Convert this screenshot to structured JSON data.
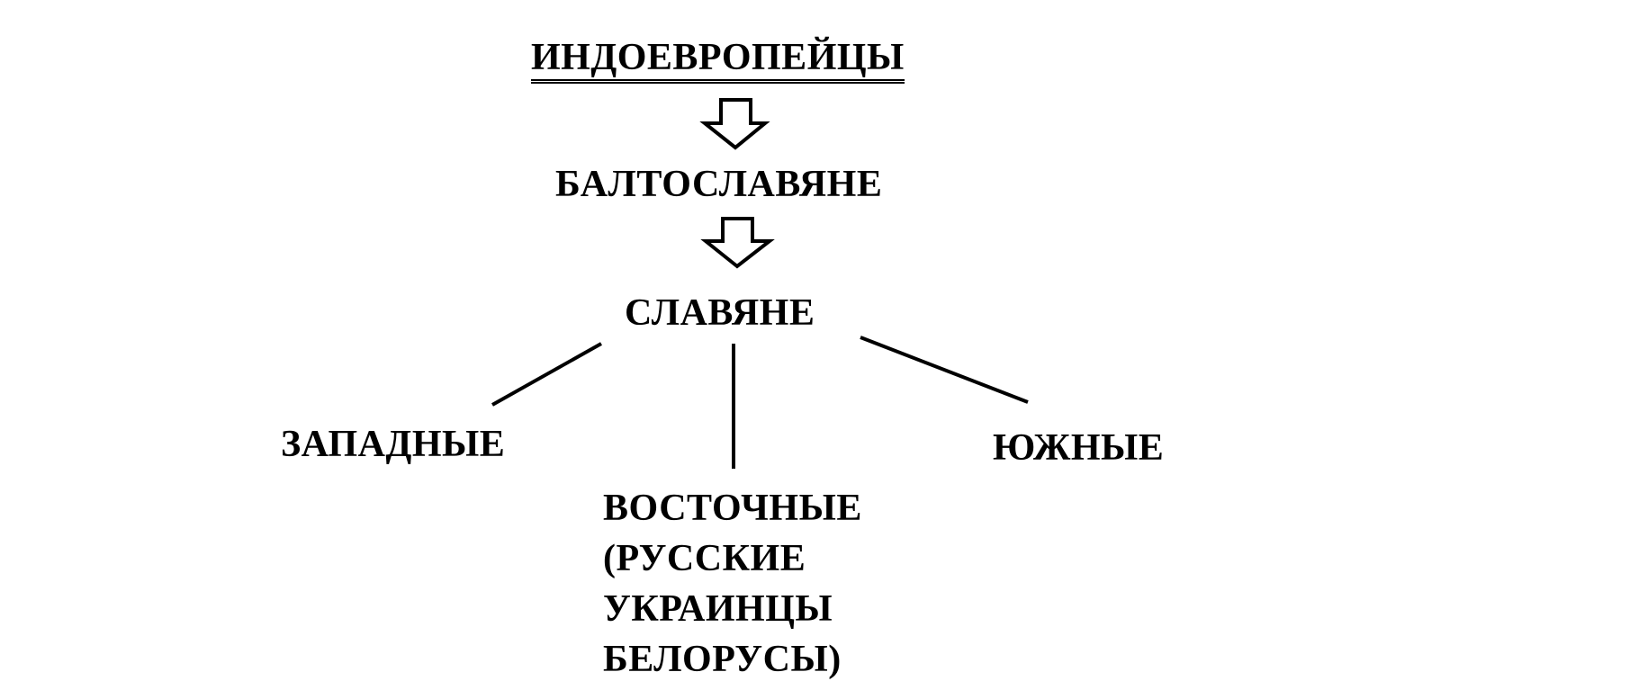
{
  "diagram": {
    "root": "ИНДОЕВРОПЕЙЦЫ",
    "level2": "БАЛТОСЛАВЯНЕ",
    "level3": "СЛАВЯНЕ",
    "branches": {
      "west": "ЗАПАДНЫЕ",
      "south": "ЮЖНЫЕ",
      "east": [
        "ВОСТОЧНЫЕ",
        "(РУССКИЕ",
        "УКРАИНЦЫ",
        "БЕЛОРУСЫ)"
      ]
    }
  }
}
